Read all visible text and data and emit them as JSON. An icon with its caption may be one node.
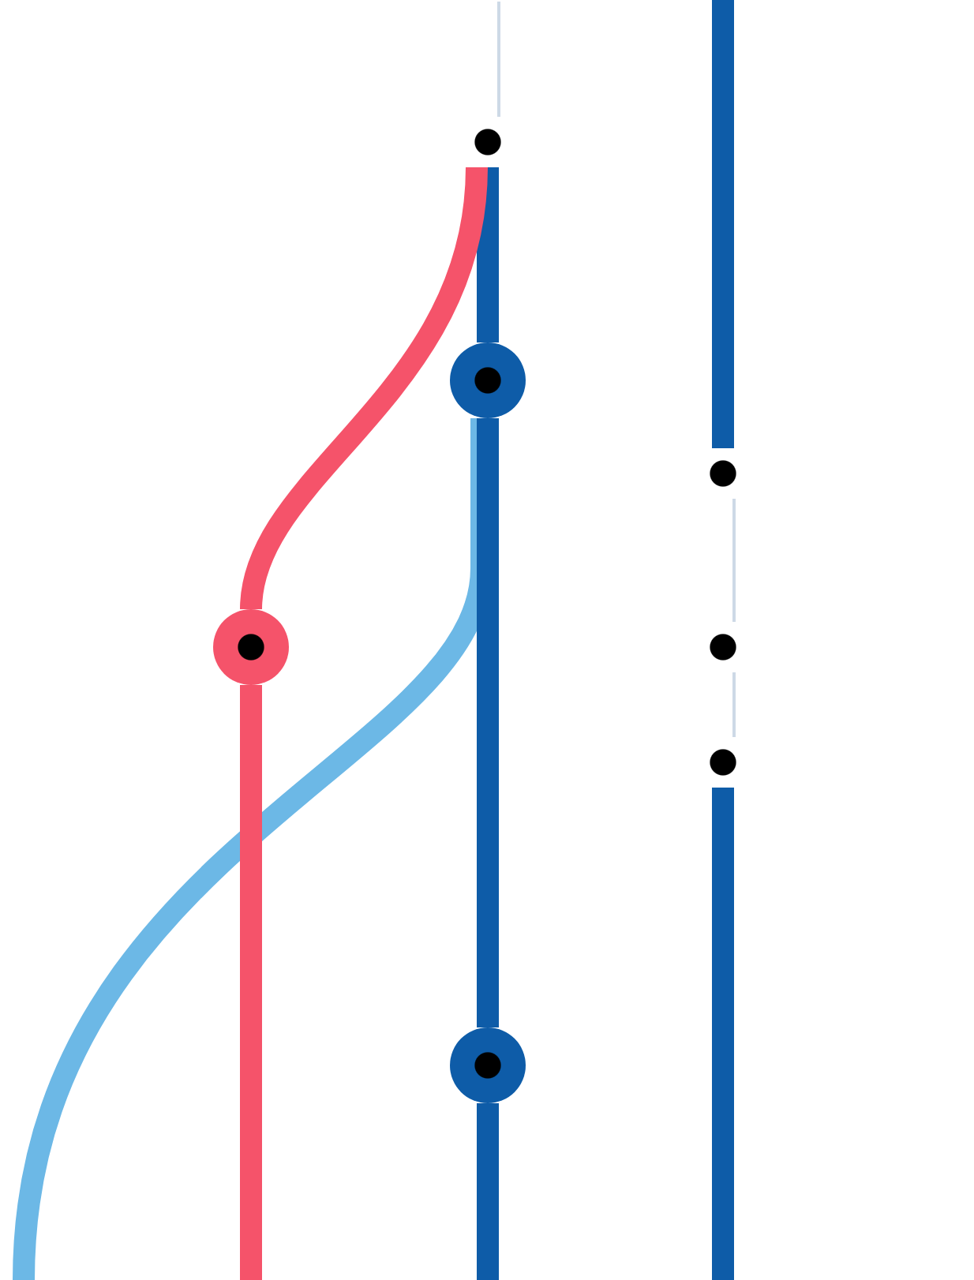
{
  "diagram": {
    "nodes": [
      {
        "text": [],
        "shape": "circle"
      },
      {
        "text": [],
        "shape": "circle"
      },
      {
        "text": [],
        "shape": "circle"
      },
      {
        "text": [],
        "shape": "circle"
      },
      {
        "text": [],
        "shape": "circle"
      },
      {
        "text": [],
        "shape": "circle"
      },
      {
        "text": [],
        "shape": "circle"
      }
    ],
    "edges": [
      {
        "from": null,
        "to": 0,
        "arrow": "none",
        "color": "#cdd9e6"
      },
      {
        "from": 0,
        "to": 1,
        "arrow": "none"
      },
      {
        "from": 0,
        "to": 2,
        "arrow": "none",
        "color": "#f5536a"
      },
      {
        "from": 1,
        "to": 6,
        "arrow": "none"
      },
      {
        "from": 1,
        "to": null,
        "arrow": "none",
        "color": "#6cb8e6"
      },
      {
        "from": 2,
        "to": null,
        "arrow": "none",
        "color": "#f5536a"
      },
      {
        "from": 6,
        "to": null,
        "arrow": "none"
      },
      {
        "from": null,
        "to": 3,
        "arrow": "none"
      },
      {
        "from": 3,
        "to": 4,
        "arrow": "none",
        "color": "#cdd9e6"
      },
      {
        "from": 4,
        "to": 5,
        "arrow": "none",
        "color": "#cdd9e6"
      },
      {
        "from": 5,
        "to": null,
        "arrow": "none"
      }
    ]
  }
}
